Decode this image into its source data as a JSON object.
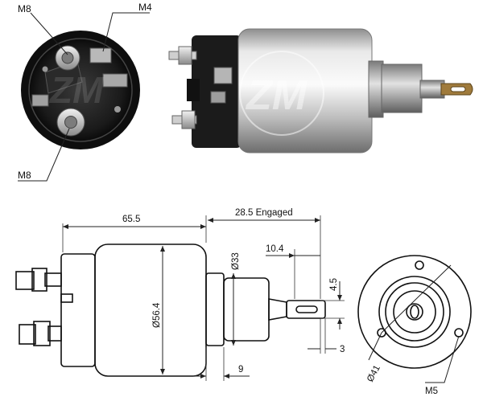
{
  "watermark": {
    "text": "ZM"
  },
  "photo_end_view": {
    "labels": {
      "m8_top": "M8",
      "m4": "M4",
      "m8_bottom": "M8"
    }
  },
  "drawing_side": {
    "dims": {
      "overall_length": "65.5",
      "engaged_stroke": "28.5 Engaged",
      "plunger_ext": "10.4",
      "shaft_diameter": "Ø33",
      "body_diameter": "Ø56.4",
      "slot_width": "4.5",
      "slot_offset": "3",
      "tail_gap": "9"
    }
  },
  "drawing_front": {
    "dims": {
      "bolt_circle": "Ø41",
      "bolt_thread": "M5"
    }
  },
  "colors": {
    "body_dark": "#1c1c1c",
    "barrel_light": "#d8d8d8",
    "barrel_shadow": "#8c8c8c",
    "brass": "#c9a15a"
  }
}
